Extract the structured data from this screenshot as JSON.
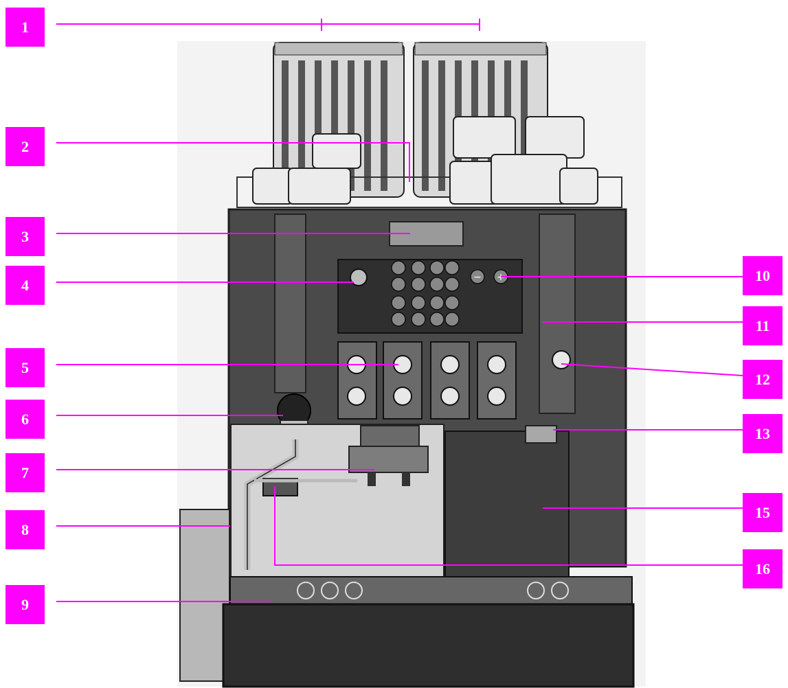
{
  "diagram": {
    "colors": {
      "callout_fill": "#ff00ff",
      "callout_text": "#ffffff",
      "leader_line": "#ff00ff",
      "machine_body": "#4a4a4a",
      "machine_dark": "#2e2e2e",
      "panel": "#3a3a3a",
      "cups": "#e6e6e6",
      "steel": "#c8c8c8"
    },
    "callouts": {
      "n1": "1",
      "n2": "2",
      "n3": "3",
      "n4": "4",
      "n5": "5",
      "n6": "6",
      "n7": "7",
      "n8": "8",
      "n9": "9",
      "n10": "10",
      "n11": "11",
      "n12": "12",
      "n13": "13",
      "n15": "15",
      "n16": "16"
    }
  }
}
